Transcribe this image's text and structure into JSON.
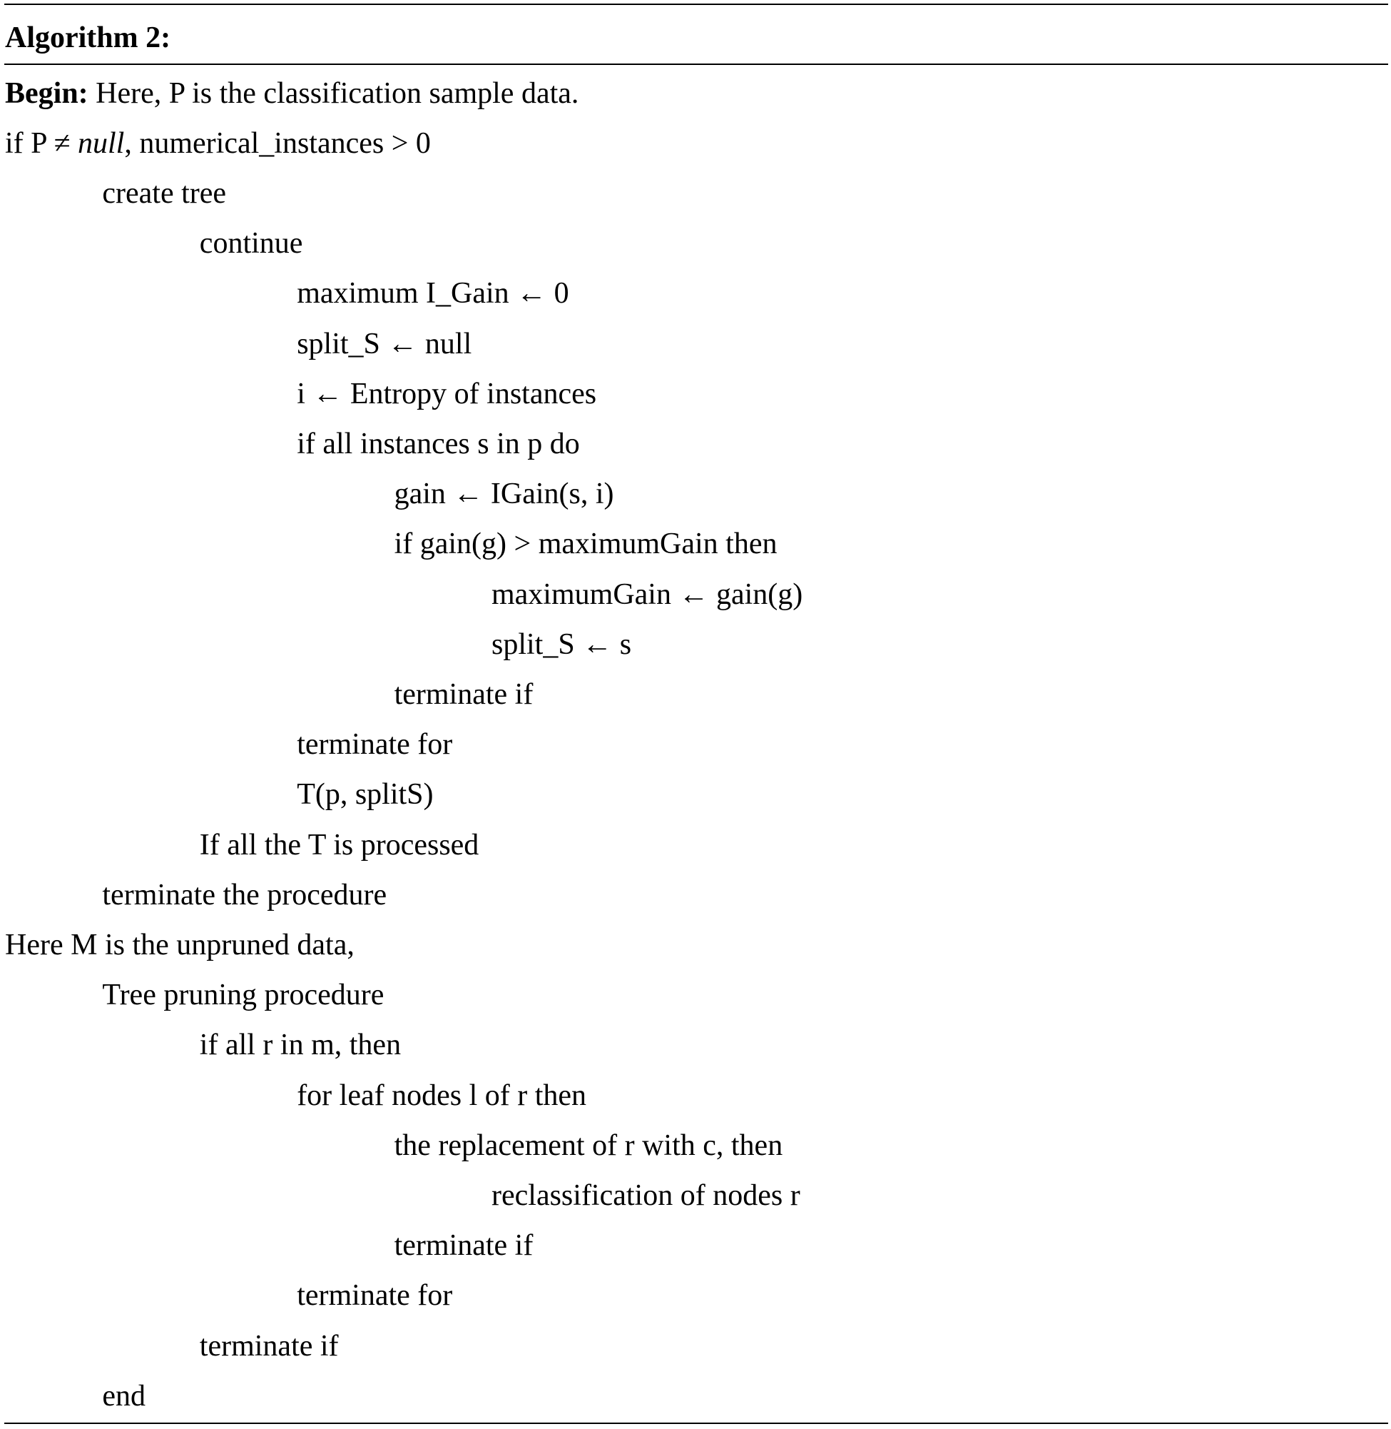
{
  "algorithm": {
    "title": "Algorithm 2:",
    "begin_label": "Begin:",
    "begin_text": " Here, P is the classification sample data.",
    "line2": {
      "prefix": "if P ≠ ",
      "italic": "null",
      "suffix": ", numerical_instances > 0"
    },
    "lines": [
      {
        "indent": 1,
        "text": "create tree"
      },
      {
        "indent": 2,
        "text": "continue"
      },
      {
        "indent": 3,
        "text": "maximum I_Gain ← 0"
      },
      {
        "indent": 3,
        "text": "split_S ← null"
      },
      {
        "indent": 3,
        "text": "i ← Entropy of instances"
      },
      {
        "indent": 3,
        "text": "if all instances s in p do"
      },
      {
        "indent": 4,
        "text": "gain ← IGain(s, i)"
      },
      {
        "indent": 4,
        "text": "if gain(g) > maximumGain then"
      },
      {
        "indent": 5,
        "text": "maximumGain ← gain(g)"
      },
      {
        "indent": 5,
        "text": "split_S ← s"
      },
      {
        "indent": 4,
        "text": "terminate if"
      },
      {
        "indent": 3,
        "text": "terminate for"
      },
      {
        "indent": 3,
        "text": "T(p, splitS)"
      },
      {
        "indent": 2,
        "text": "If all the T is processed"
      },
      {
        "indent": 1,
        "text": "terminate the procedure"
      },
      {
        "indent": 0,
        "text": "Here M is the unpruned data,"
      },
      {
        "indent": 1,
        "text": "Tree pruning procedure"
      },
      {
        "indent": 2,
        "text": "if all r in m, then"
      },
      {
        "indent": 3,
        "text": "for leaf nodes l of r then"
      },
      {
        "indent": 4,
        "text": "the replacement of r with c, then"
      },
      {
        "indent": 5,
        "text": "reclassification of nodes r"
      },
      {
        "indent": 4,
        "text": "terminate if"
      },
      {
        "indent": 3,
        "text": "terminate for"
      },
      {
        "indent": 2,
        "text": "terminate if"
      },
      {
        "indent": 1,
        "text": "end"
      }
    ]
  }
}
